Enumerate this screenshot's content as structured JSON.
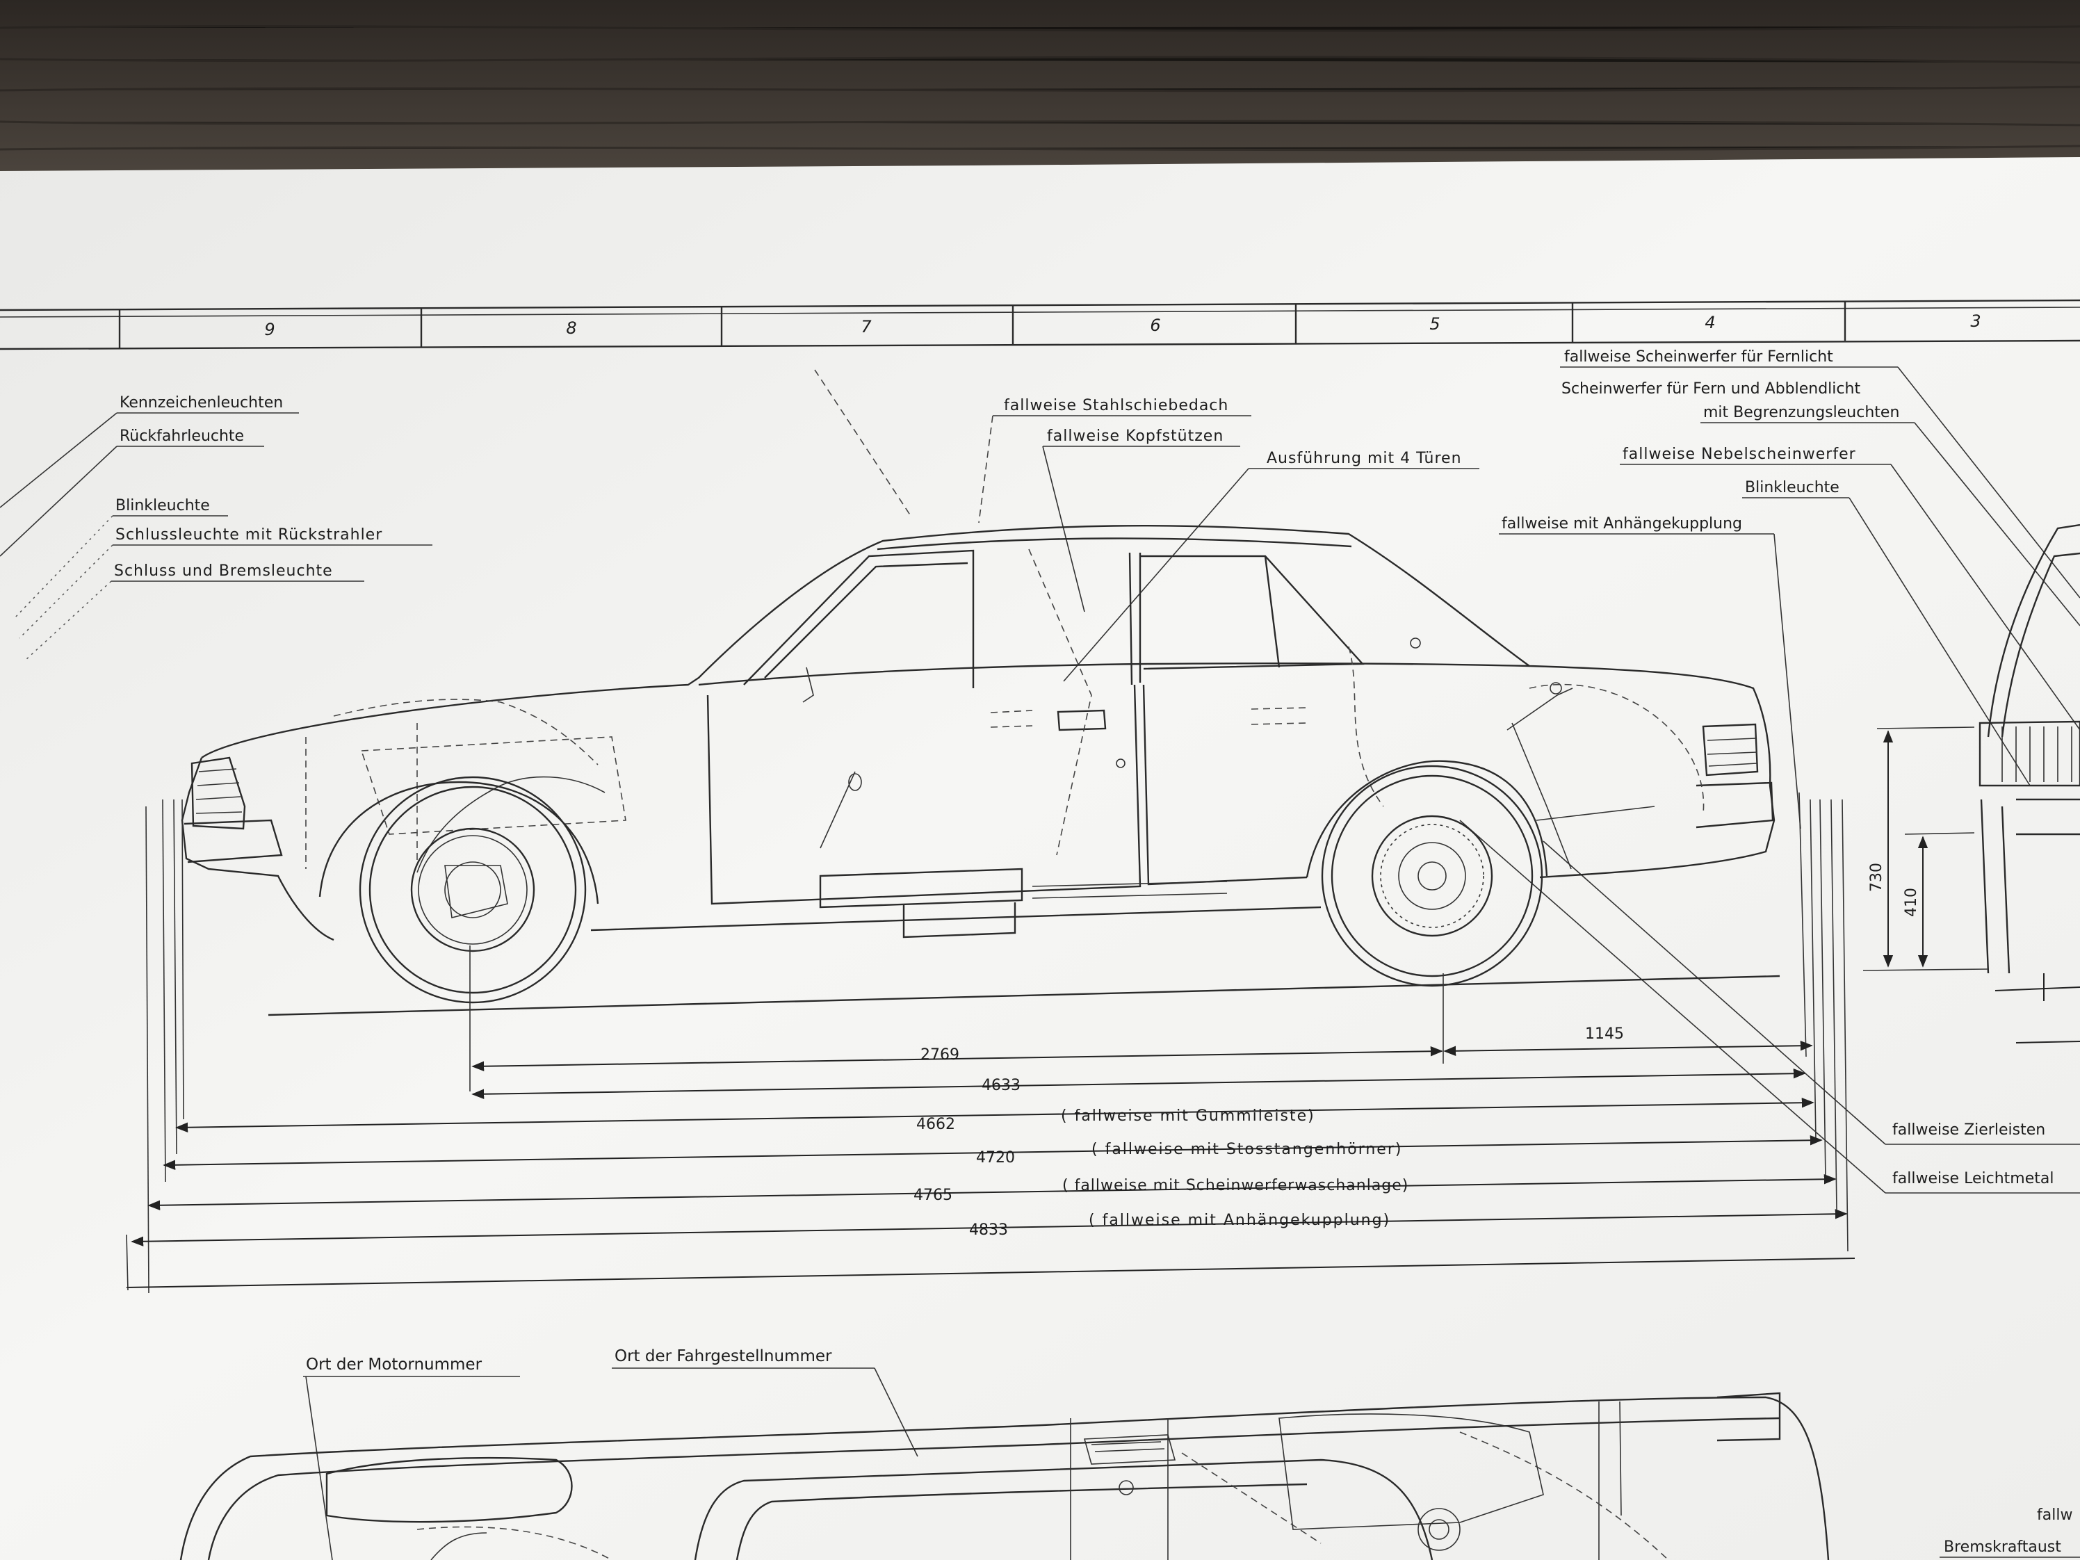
{
  "grid": {
    "columns": [
      "9",
      "8",
      "7",
      "6",
      "5",
      "4",
      "3"
    ]
  },
  "labels_left": [
    "Kennzeichenleuchten",
    "Rückfahrleuchte",
    "Blinkleuchte",
    "Schlussleuchte mit Rückstrahler",
    "Schluss und Bremsleuchte"
  ],
  "labels_top": [
    "fallweise Stahlschiebedach",
    "fallweise Kopfstützen",
    "Ausführung mit 4 Türen"
  ],
  "labels_right": [
    "fallweise Scheinwerfer für Fernlicht",
    "Scheinwerfer für Fern und Abblendlicht",
    "mit Begrenzungsleuchten",
    "fallweise Nebelscheinwerfer",
    "Blinkleuchte",
    "fallweise mit Anhängekupplung",
    "fallweise Zierleisten",
    "fallweise Leichtmetal"
  ],
  "dimensions": {
    "wheelbase": "2769",
    "rear_overhang": "1145",
    "length_base": "4633",
    "height_lamp": "730",
    "height_bumper": "410",
    "rows": [
      {
        "value": "4662",
        "note": "( fallweise mit Gummileiste)"
      },
      {
        "value": "4720",
        "note": "( fallweise mit Stosstangenhörner)"
      },
      {
        "value": "4765",
        "note": "( fallweise mit Scheinwerferwaschanlage)"
      },
      {
        "value": "4833",
        "note": "( fallweise mit Anhängekupplung)"
      }
    ]
  },
  "bottom_labels": [
    "Ort der Motornummer",
    "Ort der Fahrgestellnummer",
    "fallw",
    "Bremskraftaust"
  ],
  "colors": {
    "table": "#3a342e",
    "paper": "#f3f3f1",
    "ink": "#222222"
  }
}
